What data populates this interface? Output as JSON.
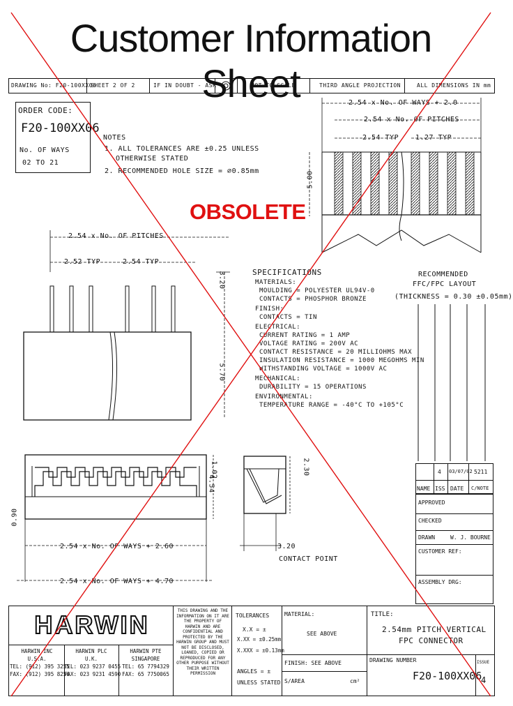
{
  "title": "Customer Information Sheet",
  "header_row": {
    "drawing_no": "DRAWING No: F20-100XX06",
    "sheet": "SHEET 2 OF 2",
    "doubt": "IF IN DOUBT - ASK",
    "scale": "NOT TO SCALE",
    "projection": "THIRD ANGLE PROJECTION",
    "dimensions": "ALL DIMENSIONS IN mm"
  },
  "order_code": {
    "label": "ORDER CODE:",
    "code": "F20-100XX06",
    "ways_label": "No. OF WAYS",
    "ways_range": "02 TO 21"
  },
  "notes": {
    "heading": "NOTES",
    "line1": "1. ALL TOLERANCES ARE ±0.25 UNLESS",
    "line2": "OTHERWISE STATED",
    "line3": "2. RECOMMENDED HOLE SIZE = ∅0.85mm"
  },
  "stamp": "OBSOLETE",
  "dims": {
    "top_ways": "2.54 x No. OF WAYS + 2.0",
    "top_pitches": "2.54 x No. OF PITCHES",
    "typ_254": "2.54 TYP",
    "typ_127": "1.27 TYP",
    "side_500": "5.00",
    "left_pitches": "2.54 x No. OF PITCHES",
    "typ_252": "2.52 TYP",
    "typ_254b": "2.54 TYP",
    "d_320": "3.20",
    "d_570": "5.70",
    "d_102": "1.02",
    "d_454": "4.54",
    "d_090": "0.90",
    "d_230": "2.30",
    "ways_260": "2.54 x No. OF WAYS + 2.60",
    "ways_470": "2.54 x No. OF WAYS + 4.70",
    "contact_320": "3.20",
    "contact_label": "CONTACT POINT"
  },
  "specifications": {
    "heading": "SPECIFICATIONS",
    "lines": [
      "MATERIALS:",
      "MOULDING = POLYESTER UL94V-0",
      "CONTACTS = PHOSPHOR BRONZE",
      "FINISH:",
      "CONTACTS = TIN",
      "ELECTRICAL:",
      "CURRENT RATING = 1 AMP",
      "VOLTAGE RATING = 200V AC",
      "CONTACT RESISTANCE = 20 MILLIOHMS MAX",
      "INSULATION RESISTANCE = 1000 MEGOHMS MIN",
      "WITHSTANDING VOLTAGE = 1000V AC",
      "MECHANICAL:",
      "DURABILITY = 15 OPERATIONS",
      "ENVIRONMENTAL:",
      "TEMPERATURE RANGE = -40°C TO +105°C"
    ]
  },
  "recommended": {
    "line1": "RECOMMENDED",
    "line2": "FFC/FPC LAYOUT",
    "line3": "(THICKNESS = 0.30 ±0.05mm)"
  },
  "revision": {
    "name": "NAME",
    "iss": "ISS",
    "iss_val": "4",
    "date": "DATE",
    "date_val": "03/07/02",
    "cn": "C/NOTE",
    "cn_val": "5211"
  },
  "signoff": {
    "approved": "APPROVED",
    "checked": "CHECKED",
    "drawn": "DRAWN",
    "drawn_val": "W. J. BOURNE",
    "customer": "CUSTOMER REF:",
    "assembly": "ASSEMBLY DRG:"
  },
  "company": {
    "logo": "HARWIN",
    "inc_line1": "HARWIN INC",
    "inc_line2": "U.S.A.",
    "inc_tel": "TEL: (912) 395 3255",
    "inc_fax": "FAX: (912) 395 8256",
    "plc_line1": "HARWIN PLC",
    "plc_line2": "U.K.",
    "plc_tel": "TEL: 023 9237 0455",
    "plc_fax": "FAX: 023 9231 4590",
    "pte_line1": "HARWIN PTE",
    "pte_line2": "SINGAPORE",
    "pte_tel": "TEL: 65 7794329",
    "pte_fax": "FAX: 65 7750065",
    "copyright": "THIS DRAWING AND THE INFORMATION ON IT ARE THE PROPERTY OF HARWIN AND ARE CONFIDENTIAL AND PROTECTED BY THE HARWIN GROUP AND MUST NOT BE DISCLOSED, LOANED, COPIED OR REPRODUCED FOR ANY OTHER PURPOSE WITHOUT THEIR WRITTEN PERMISSION"
  },
  "title_block": {
    "tolerances": "TOLERANCES",
    "tol_x": "X.X = ±",
    "tol_xx": "X.XX = ±0.25mm",
    "tol_xxx": "X.XXX = ±0.13mm",
    "tol_angles": "ANGLES = ±",
    "tol_unless": "UNLESS STATED",
    "material": "MATERIAL:",
    "material_val": "SEE ABOVE",
    "finish": "FINISH:  SEE ABOVE",
    "sarea": "S/AREA",
    "sarea_unit": "cm²",
    "title_label": "TITLE:",
    "title_line1": "2.54mm PITCH VERTICAL",
    "title_line2": "FPC CONNECTOR",
    "drawing_number_label": "DRAWING NUMBER",
    "drawing_number": "F20-100XX06",
    "rev_label": "ISSUE",
    "rev_val": "4"
  }
}
